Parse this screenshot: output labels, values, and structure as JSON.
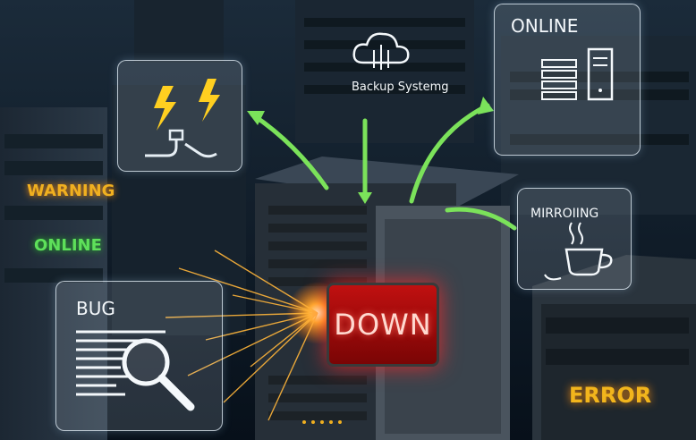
{
  "panels": {
    "power": {
      "icon": "power-outage-icon"
    },
    "backup": {
      "label": "Backup Systemg",
      "icon": "cloud-backup-icon"
    },
    "online": {
      "label": "ONLINE",
      "icon": "server-rack-icon"
    },
    "mirroring": {
      "label": "MIRROIING",
      "icon": "coffee-cup-icon"
    },
    "bug": {
      "label": "BUG",
      "icon": "magnifier-icon"
    }
  },
  "server_labels": {
    "down": "DOWN",
    "warning": "WARNING",
    "online": "ONLINE",
    "error": "ERROR"
  },
  "colors": {
    "down_red": "#d41414",
    "warning_amber": "#f0b020",
    "online_green": "#5ee05a",
    "error_amber": "#f2b51c",
    "arrow_green": "#7be25a"
  }
}
